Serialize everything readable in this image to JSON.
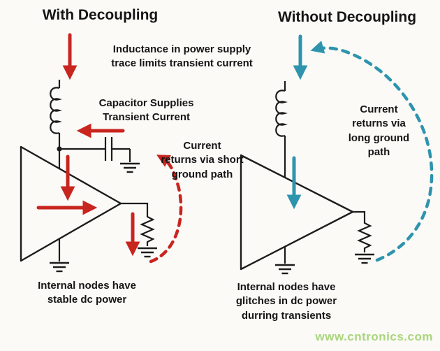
{
  "titles": {
    "left": "With Decoupling",
    "right": "Without Decoupling"
  },
  "left_diagram": {
    "inductance_note": "Inductance in power supply\ntrace limits transient current",
    "capacitor_note": "Capacitor Supplies\nTransient Current",
    "return_note": "Current\nreturns via short\nground path",
    "bottom_note": "Internal nodes have\nstable dc power"
  },
  "right_diagram": {
    "return_note": "Current\nreturns via\nlong ground\npath",
    "bottom_note": "Internal nodes have\nglitches in dc power\ndurring transients"
  },
  "watermark": "www.cntronics.com",
  "colors": {
    "red": "#c8251f",
    "teal": "#2e94ae",
    "watermark_green": "#a9d57c",
    "ink": "#1c1c1c"
  }
}
